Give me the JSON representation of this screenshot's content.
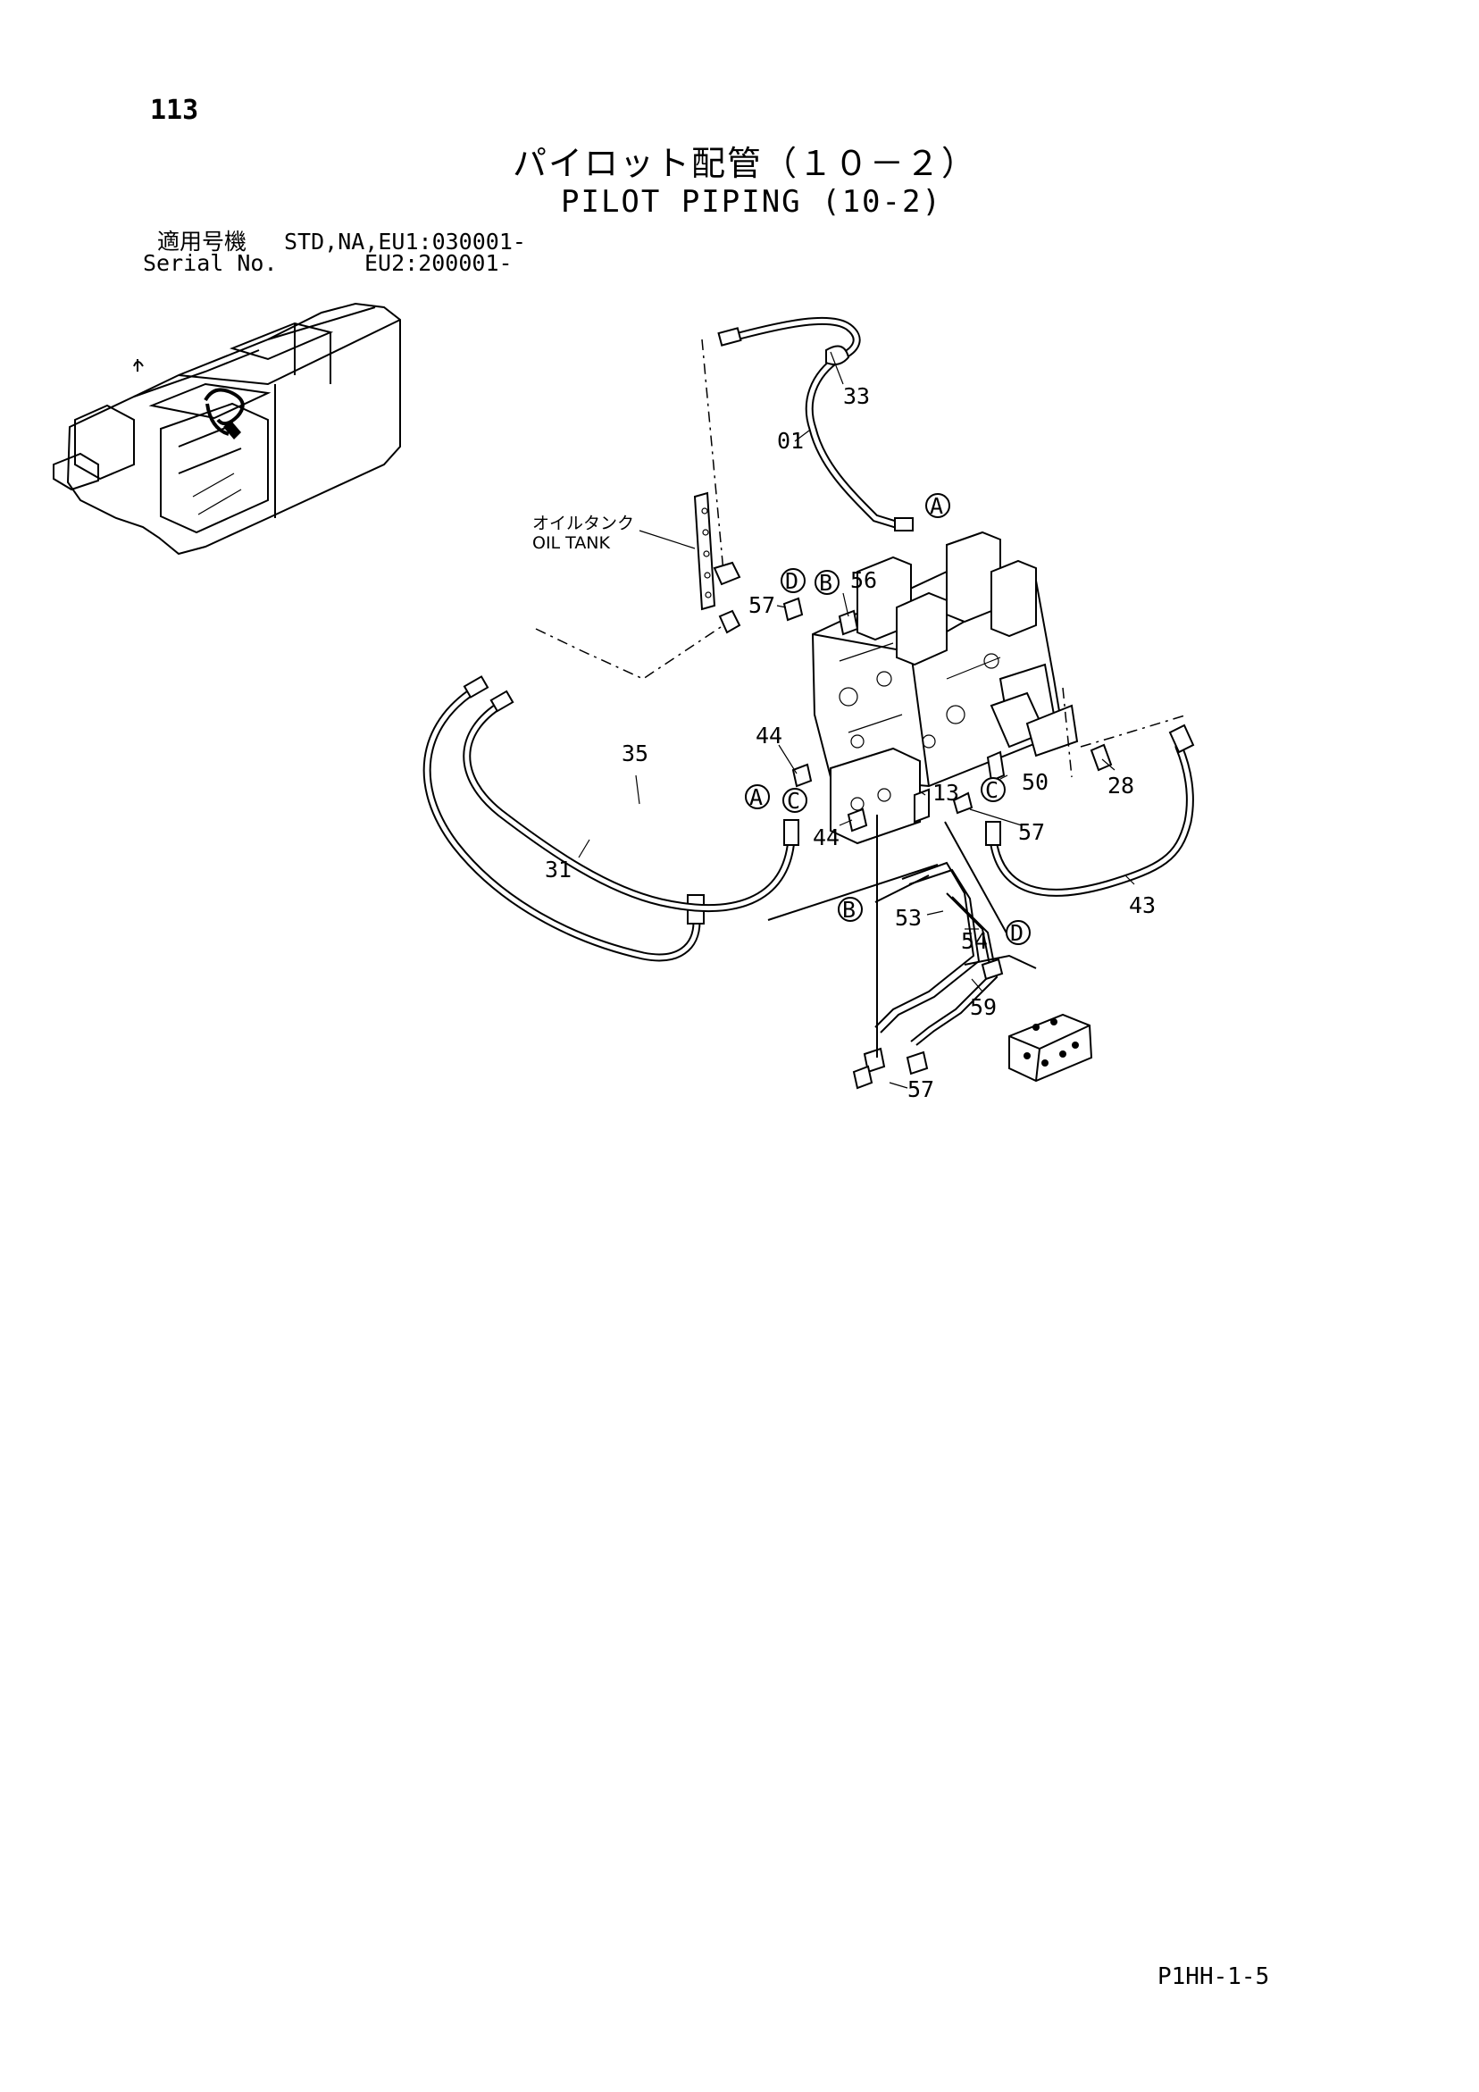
{
  "page": {
    "number": "113",
    "title_jp": "パイロット配管（１０－２）",
    "title_en": "PILOT PIPING (10-2)",
    "serial": {
      "label_jp": "適用号機",
      "value_line1": "STD,NA,EU1:030001-",
      "label_en": "Serial No.",
      "value_line2": "EU2:200001-"
    },
    "footer_code": "P1HH-1-5"
  },
  "diagram": {
    "callouts": {
      "c33": "33",
      "c01": "01",
      "c56": "56",
      "c57a": "57",
      "c44a": "44",
      "c35": "35",
      "c31": "31",
      "c44b": "44",
      "c13": "13",
      "c50": "50",
      "c28": "28",
      "c57b": "57",
      "c43": "43",
      "c53": "53",
      "c54": "54",
      "c59": "59",
      "c57c": "57"
    },
    "markers": {
      "a1": "A",
      "a2": "A",
      "b1": "B",
      "b2": "B",
      "c1": "C",
      "c2": "C",
      "d1": "D",
      "d2": "D"
    },
    "oil_tank_jp": "オイルタンク",
    "oil_tank_en": "OIL TANK"
  }
}
